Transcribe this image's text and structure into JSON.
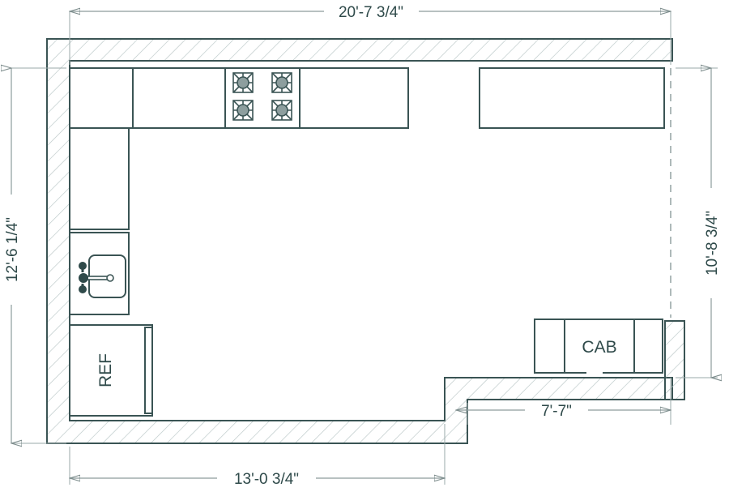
{
  "drawing": {
    "type": "architectural-floor-plan",
    "subject": "kitchen",
    "background_color": "#ffffff",
    "line_color": "#3a5454",
    "wall_hatch_color": "#b9c6c6",
    "dimension_line_color": "#8d9c9c",
    "text_color": "#2f4a4a",
    "burner_fill_color": "#8d9e9e"
  },
  "dimensions": {
    "top": "20'-7 3/4\"",
    "left": "12'-6 1/4\"",
    "right": "10'-8 3/4\"",
    "bottom_left": "13'-0 3/4\"",
    "bottom_right": "7'-7\""
  },
  "labels": {
    "refrigerator": "REF",
    "cabinet": "CAB"
  },
  "fixtures": {
    "cooktop": {
      "burner_count": 4,
      "rows": 2,
      "cols": 2
    },
    "sink": {
      "basin": 1,
      "faucet": 1,
      "handles": 2
    }
  }
}
